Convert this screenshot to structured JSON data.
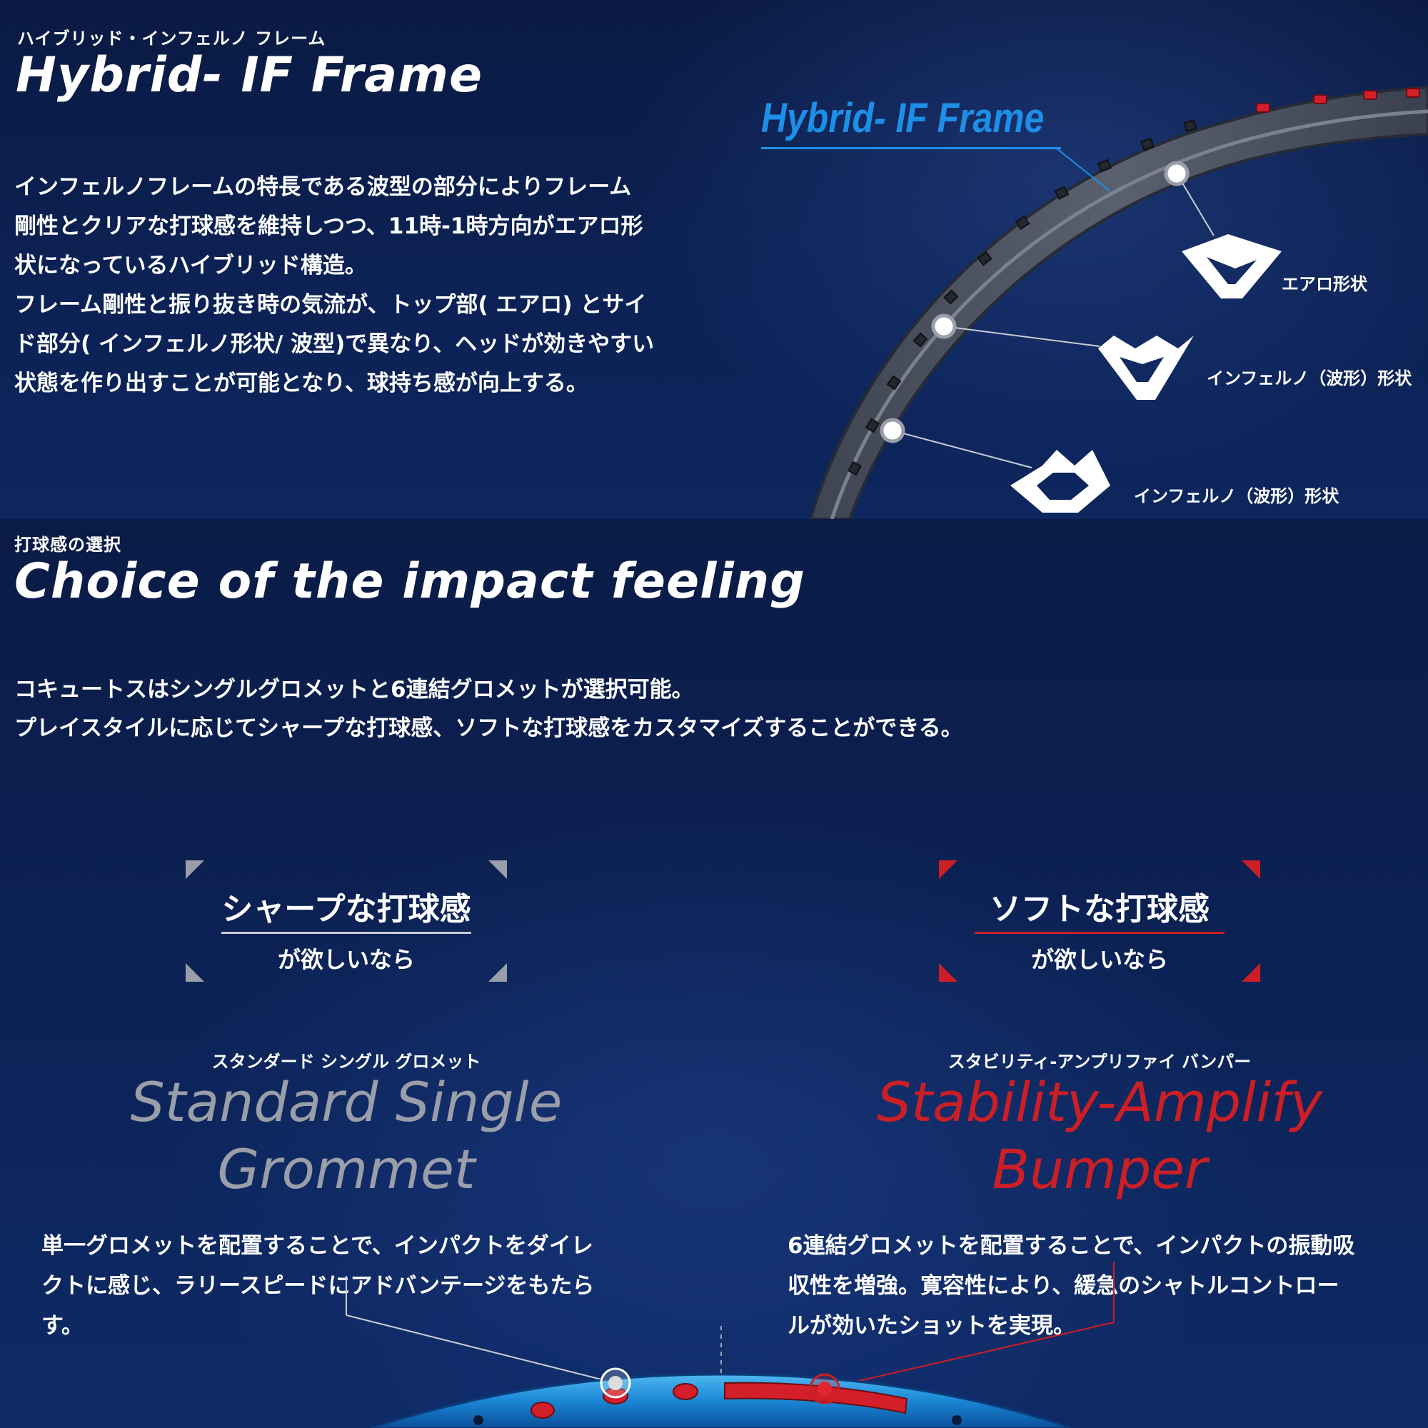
{
  "frame_section": {
    "kicker": "ハイブリッド・インフェルノ フレーム",
    "title": "Hybrid- IF Frame",
    "description": "インフェルノフレームの特長である波型の部分によりフレーム\n剛性とクリアな打球感を維持しつつ、11時-1時方向がエアロ形\n状になっているハイブリッド構造。\nフレーム剛性と振り抜き時の気流が、トップ部( エアロ) とサイ\nド部分( インフェルノ形状/ 波型)で異なり、ヘッドが効きやすい\n状態を作り出すことが可能となり、球持ち感が向上する。",
    "diagram": {
      "frame_label": "Hybrid- IF Frame",
      "shapes": [
        {
          "name": "aero-shape",
          "label": "エアロ形状"
        },
        {
          "name": "inferno-shape-upper",
          "label": "インフェルノ（波形）形状"
        },
        {
          "name": "inferno-shape-lower",
          "label": "インフェルノ（波形）形状"
        }
      ]
    }
  },
  "impact_section": {
    "kicker": "打球感の選択",
    "title": "Choice of the impact feeling",
    "description": "コキュートスはシングルグロメットと6連結グロメットが選択可能。\nプレイスタイルに応じてシャープな打球感、ソフトな打球感をカスタマイズすることができる。",
    "options": [
      {
        "choice_title": "シャープな打球感",
        "choice_sub": "が欲しいなら",
        "kicker": "スタンダード シングル グロメット",
        "title_line1": "Standard Single",
        "title_line2": "Grommet",
        "description": "単一グロメットを配置することで、インパクトをダイレ\nクトに感じ、ラリースピードにアドバンテージをもたら\nす。",
        "accent": "#9a9ea8"
      },
      {
        "choice_title": "ソフトな打球感",
        "choice_sub": "が欲しいなら",
        "kicker": "スタビリティ-アンプリファイ バンパー",
        "title_line1": "Stability-Amplify",
        "title_line2": "Bumper",
        "description": "6連結グロメットを配置することで、インパクトの振動吸\n収性を増強。寛容性により、緩急のシャトルコントロー\nルが効いたショットを実現。",
        "accent": "#cc1f25"
      }
    ]
  },
  "colors": {
    "background": "#0c2256",
    "frame_label_blue": "#1e8fe6",
    "grey_accent": "#9a9ea8",
    "red_accent": "#cc1f25"
  }
}
